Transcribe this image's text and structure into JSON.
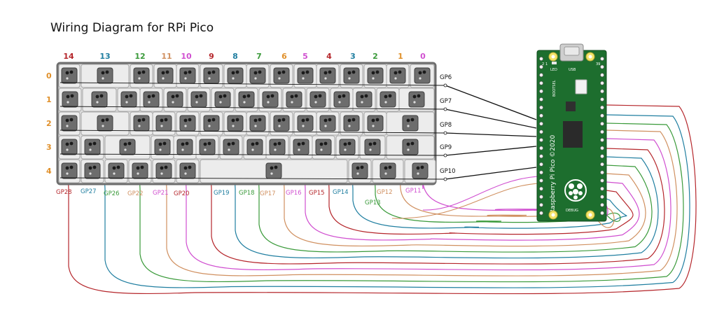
{
  "title": "Wiring Diagram for RPi Pico",
  "column_labels": [
    {
      "text": "14",
      "color": "#b5262b"
    },
    {
      "text": "13",
      "color": "#1f7ea0"
    },
    {
      "text": "12",
      "color": "#3a9a3a"
    },
    {
      "text": "11",
      "color": "#d09060"
    },
    {
      "text": "10",
      "color": "#d04fd0"
    },
    {
      "text": "9",
      "color": "#b5262b"
    },
    {
      "text": "8",
      "color": "#1f7ea0"
    },
    {
      "text": "7",
      "color": "#3a9a3a"
    },
    {
      "text": "6",
      "color": "#e0902a"
    },
    {
      "text": "5",
      "color": "#d04fd0"
    },
    {
      "text": "4",
      "color": "#b5262b"
    },
    {
      "text": "3",
      "color": "#1f7ea0"
    },
    {
      "text": "2",
      "color": "#3a9a3a"
    },
    {
      "text": "1",
      "color": "#e0902a"
    },
    {
      "text": "0",
      "color": "#d04fd0"
    }
  ],
  "row_labels": [
    "0",
    "1",
    "2",
    "3",
    "4"
  ],
  "row_label_color": "#e0902a",
  "row_pins": [
    "GP6",
    "GP7",
    "GP8",
    "GP9",
    "GP10"
  ],
  "column_pins": [
    {
      "text": "GP28",
      "color": "#b5262b"
    },
    {
      "text": "GP27",
      "color": "#1f7ea0"
    },
    {
      "text": "GP26",
      "color": "#3a9a3a"
    },
    {
      "text": "GP22",
      "color": "#d09060"
    },
    {
      "text": "GP21",
      "color": "#d04fd0"
    },
    {
      "text": "GP20",
      "color": "#b5262b"
    },
    {
      "text": "GP19",
      "color": "#1f7ea0"
    },
    {
      "text": "GP18",
      "color": "#3a9a3a"
    },
    {
      "text": "GP17",
      "color": "#d09060"
    },
    {
      "text": "GP16",
      "color": "#d04fd0"
    },
    {
      "text": "GP15",
      "color": "#b5262b"
    },
    {
      "text": "GP14",
      "color": "#1f7ea0"
    },
    {
      "text": "GP13",
      "color": "#3a9a3a"
    },
    {
      "text": "GP12",
      "color": "#d09060"
    },
    {
      "text": "GP11",
      "color": "#d04fd0"
    }
  ],
  "pico": {
    "side_text": "Raspberry Pi Pico ©2020",
    "usb_label": "USB",
    "led_label": "LED",
    "bootsel_label": "BOOTSEL",
    "debug_label": "DEBUG",
    "pin_1": "1",
    "pin_2": "2",
    "pin_39": "39",
    "board_color": "#1d6e2e"
  }
}
